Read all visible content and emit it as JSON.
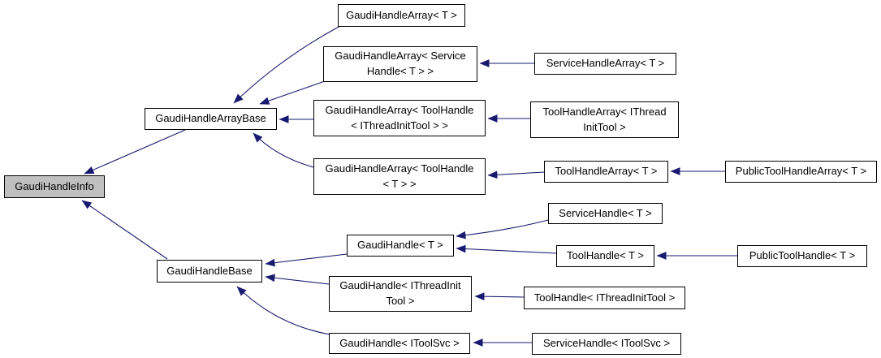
{
  "diagram": {
    "type": "inheritance-graph",
    "background_color": "#ffffff",
    "node_border_color": "#000000",
    "node_fill_color": "#ffffff",
    "highlight_fill_color": "#c0c0c0",
    "edge_color": "#191970",
    "nodes": [
      {
        "id": "gaudi-handle-array-t",
        "label": "GaudiHandleArray< T >",
        "highlighted": false
      },
      {
        "id": "gaudi-handle-array-service-handle-t",
        "label": "GaudiHandleArray< Service\nHandle< T > >",
        "highlighted": false
      },
      {
        "id": "service-handle-array-t",
        "label": "ServiceHandleArray< T >",
        "highlighted": false
      },
      {
        "id": "gaudi-handle-array-base",
        "label": "GaudiHandleArrayBase",
        "highlighted": false
      },
      {
        "id": "gaudi-handle-array-tool-handle-ithreadinittool",
        "label": "GaudiHandleArray< ToolHandle\n< IThreadInitTool > >",
        "highlighted": false
      },
      {
        "id": "tool-handle-array-ithreadinittool",
        "label": "ToolHandleArray< IThread\nInitTool >",
        "highlighted": false
      },
      {
        "id": "gaudi-handle-array-tool-handle-t",
        "label": "GaudiHandleArray< ToolHandle\n< T > >",
        "highlighted": false
      },
      {
        "id": "tool-handle-array-t",
        "label": "ToolHandleArray< T >",
        "highlighted": false
      },
      {
        "id": "public-tool-handle-array-t",
        "label": "PublicToolHandleArray< T >",
        "highlighted": false
      },
      {
        "id": "gaudi-handle-info",
        "label": "GaudiHandleInfo",
        "highlighted": true
      },
      {
        "id": "service-handle-t",
        "label": "ServiceHandle< T >",
        "highlighted": false
      },
      {
        "id": "gaudi-handle-t",
        "label": "GaudiHandle< T >",
        "highlighted": false
      },
      {
        "id": "tool-handle-t",
        "label": "ToolHandle< T >",
        "highlighted": false
      },
      {
        "id": "public-tool-handle-t",
        "label": "PublicToolHandle< T >",
        "highlighted": false
      },
      {
        "id": "gaudi-handle-base",
        "label": "GaudiHandleBase",
        "highlighted": false
      },
      {
        "id": "gaudi-handle-ithreadinittool",
        "label": "GaudiHandle< IThreadInit\nTool >",
        "highlighted": false
      },
      {
        "id": "tool-handle-ithreadinittool",
        "label": "ToolHandle< IThreadInitTool >",
        "highlighted": false
      },
      {
        "id": "gaudi-handle-itoolsvc",
        "label": "GaudiHandle< IToolSvc >",
        "highlighted": false
      },
      {
        "id": "service-handle-itoolsvc",
        "label": "ServiceHandle< IToolSvc >",
        "highlighted": false
      }
    ],
    "edges": [
      {
        "from": "gaudi-handle-array-t",
        "to": "gaudi-handle-array-base"
      },
      {
        "from": "gaudi-handle-array-service-handle-t",
        "to": "gaudi-handle-array-base"
      },
      {
        "from": "gaudi-handle-array-tool-handle-ithreadinittool",
        "to": "gaudi-handle-array-base"
      },
      {
        "from": "gaudi-handle-array-tool-handle-t",
        "to": "gaudi-handle-array-base"
      },
      {
        "from": "gaudi-handle-array-base",
        "to": "gaudi-handle-info"
      },
      {
        "from": "gaudi-handle-base",
        "to": "gaudi-handle-info"
      },
      {
        "from": "service-handle-array-t",
        "to": "gaudi-handle-array-service-handle-t"
      },
      {
        "from": "tool-handle-array-ithreadinittool",
        "to": "gaudi-handle-array-tool-handle-ithreadinittool"
      },
      {
        "from": "tool-handle-array-t",
        "to": "gaudi-handle-array-tool-handle-t"
      },
      {
        "from": "public-tool-handle-array-t",
        "to": "tool-handle-array-t"
      },
      {
        "from": "service-handle-t",
        "to": "gaudi-handle-t"
      },
      {
        "from": "tool-handle-t",
        "to": "gaudi-handle-t"
      },
      {
        "from": "public-tool-handle-t",
        "to": "tool-handle-t"
      },
      {
        "from": "gaudi-handle-t",
        "to": "gaudi-handle-base"
      },
      {
        "from": "gaudi-handle-ithreadinittool",
        "to": "gaudi-handle-base"
      },
      {
        "from": "gaudi-handle-itoolsvc",
        "to": "gaudi-handle-base"
      },
      {
        "from": "tool-handle-ithreadinittool",
        "to": "gaudi-handle-ithreadinittool"
      },
      {
        "from": "service-handle-itoolsvc",
        "to": "gaudi-handle-itoolsvc"
      }
    ]
  }
}
